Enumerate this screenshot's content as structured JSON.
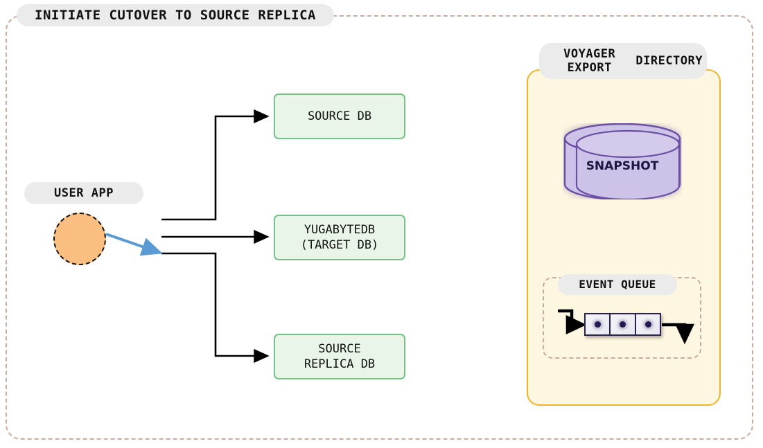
{
  "diagram": {
    "title": "INITIATE CUTOVER TO SOURCE REPLICA",
    "frame": {
      "border_color": "#cbab9c",
      "border_style": "dash-dot"
    }
  },
  "actors": {
    "user_app": {
      "label": "USER APP",
      "shape": "circle",
      "fill": "#f9be80",
      "border_color": "#111111",
      "border_style": "dashed"
    }
  },
  "databases": [
    {
      "id": "source-db",
      "label": "SOURCE DB",
      "fill": "#e9f5e9",
      "border_color": "#74c382"
    },
    {
      "id": "target-db",
      "label": "YUGABYTEDB\n(TARGET DB)",
      "fill": "#e9f5e9",
      "border_color": "#74c382"
    },
    {
      "id": "source-replica-db",
      "label": "SOURCE\nREPLICA DB",
      "fill": "#e9f5e9",
      "border_color": "#74c382"
    }
  ],
  "voyager": {
    "title": "VOYAGER EXPORT DIRECTORY",
    "title_line1": "VOYAGER EXPORT",
    "title_line2": "DIRECTORY",
    "panel_fill": "#fdf6e0",
    "panel_border": "#f0b429",
    "snapshot": {
      "label": "SNAPSHOT",
      "shape": "cylinder",
      "fill": "#cdc2e8",
      "border_color": "#6a4fa3",
      "text_color": "#1b1340"
    },
    "event_queue": {
      "label": "EVENT QUEUE",
      "cell_count": 3,
      "cell_border": "#2b2250",
      "dot_color": "#241a52",
      "box_border": "#cbab9c"
    }
  },
  "connections": {
    "active_link_color": "#5b9bd5",
    "wire_color": "#000000",
    "items": [
      {
        "from": "user-app",
        "to": "source-db",
        "color": "#000000",
        "style": "orthogonal"
      },
      {
        "from": "user-app",
        "to": "target-db",
        "color": "#000000",
        "style": "straight"
      },
      {
        "from": "user-app",
        "to": "source-replica-db",
        "color": "#000000",
        "style": "orthogonal"
      },
      {
        "from": "user-app",
        "to": "connector-bus",
        "color": "#5b9bd5",
        "style": "diagonal"
      }
    ]
  }
}
